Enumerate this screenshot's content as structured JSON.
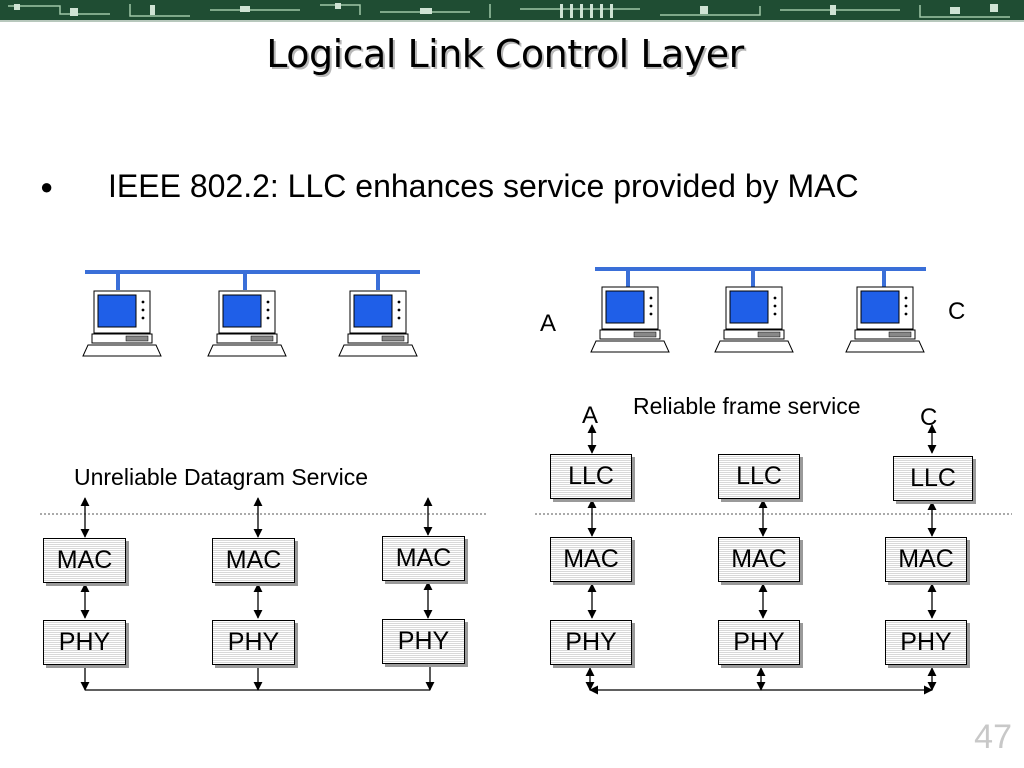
{
  "title": "Logical Link Control Layer",
  "bullet": "IEEE 802.2: LLC enhances service provided by MAC",
  "left": {
    "service_label": "Unreliable Datagram Service",
    "stacks": [
      {
        "mac": "MAC",
        "phy": "PHY"
      },
      {
        "mac": "MAC",
        "phy": "PHY"
      },
      {
        "mac": "MAC",
        "phy": "PHY"
      }
    ]
  },
  "right": {
    "station_a": "A",
    "station_c": "C",
    "stack_a": "A",
    "stack_c": "C",
    "service_label": "Reliable frame service",
    "stacks": [
      {
        "llc": "LLC",
        "mac": "MAC",
        "phy": "PHY"
      },
      {
        "llc": "LLC",
        "mac": "MAC",
        "phy": "PHY"
      },
      {
        "llc": "LLC",
        "mac": "MAC",
        "phy": "PHY"
      }
    ]
  },
  "page_number": "47",
  "colors": {
    "bus": "#3a6fd8",
    "screen": "#1f5fe8",
    "banner": "#1f4d33"
  }
}
